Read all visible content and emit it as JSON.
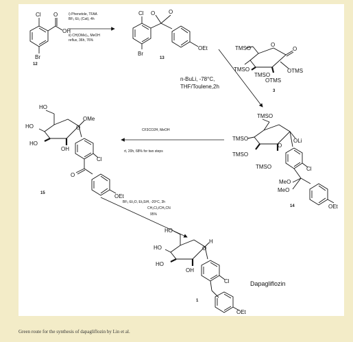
{
  "caption": "Green route for the synthesis of dapagliflozin by Lin et al.",
  "compounds": {
    "c12": {
      "number": "12",
      "labels": {
        "cl": "Cl",
        "o": "O",
        "oh": "OH",
        "br": "Br"
      }
    },
    "c13": {
      "number": "13",
      "labels": {
        "cl": "Cl",
        "o1": "O",
        "o2": "O",
        "br": "Br",
        "oet": "OEt"
      }
    },
    "c3": {
      "number": "3",
      "labels": {
        "tmso_top": "TMSO",
        "tmso_left": "TMSO",
        "tmso_mid": "TMSO",
        "otms_right": "OTMS",
        "otms_bottom": "OTMS",
        "o_ring": "O",
        "o_carbonyl": "O"
      }
    },
    "c14": {
      "number": "14",
      "labels": {
        "tmso_top": "TMSO",
        "tmso_2": "TMSO",
        "tmso_3": "TMSO",
        "tmso_4": "TMSO",
        "o_ring": "O",
        "oli": "OLi",
        "meo1": "MeO",
        "meo2": "MeO",
        "cl": "Cl",
        "oet": "OEt"
      }
    },
    "c15": {
      "number": "15",
      "labels": {
        "ho_top": "HO",
        "ho_2": "HO",
        "ho_3": "HO",
        "oh_bottom": "OH",
        "o_ring": "O",
        "ome": "OMe",
        "cl": "Cl",
        "o_ketone": "O",
        "oet": "OEt"
      }
    },
    "c1": {
      "number": "1",
      "name": "Dapagliflozin",
      "labels": {
        "ho_top": "HO",
        "ho_2": "HO",
        "ho_3": "HO",
        "oh_bottom": "OH",
        "o_ring": "O",
        "h": "H",
        "cl": "Cl",
        "oet": "OEt"
      }
    }
  },
  "conditions": {
    "step1": {
      "line1": "i) Phenetole, TFAA",
      "line2": "BF₃·Et₂ (Cat), 4h",
      "line3": "ii) CH(OMe)₃, MeOH",
      "line4": "reflux, 36h, 76%"
    },
    "step2": {
      "line1": "n-BuLi, -78°C,",
      "line2": "THF/Toulene,2h"
    },
    "step3": {
      "line1": "CF3CO2H, MeOH",
      "line2": "rt, 20h, 68% for two steps"
    },
    "step4": {
      "line1": "BF₃·Et₂O, Et₃SiH, -20ºC, 3h",
      "line2": "CH₂Cl₂/CH₃CN",
      "line3": "95%"
    }
  }
}
